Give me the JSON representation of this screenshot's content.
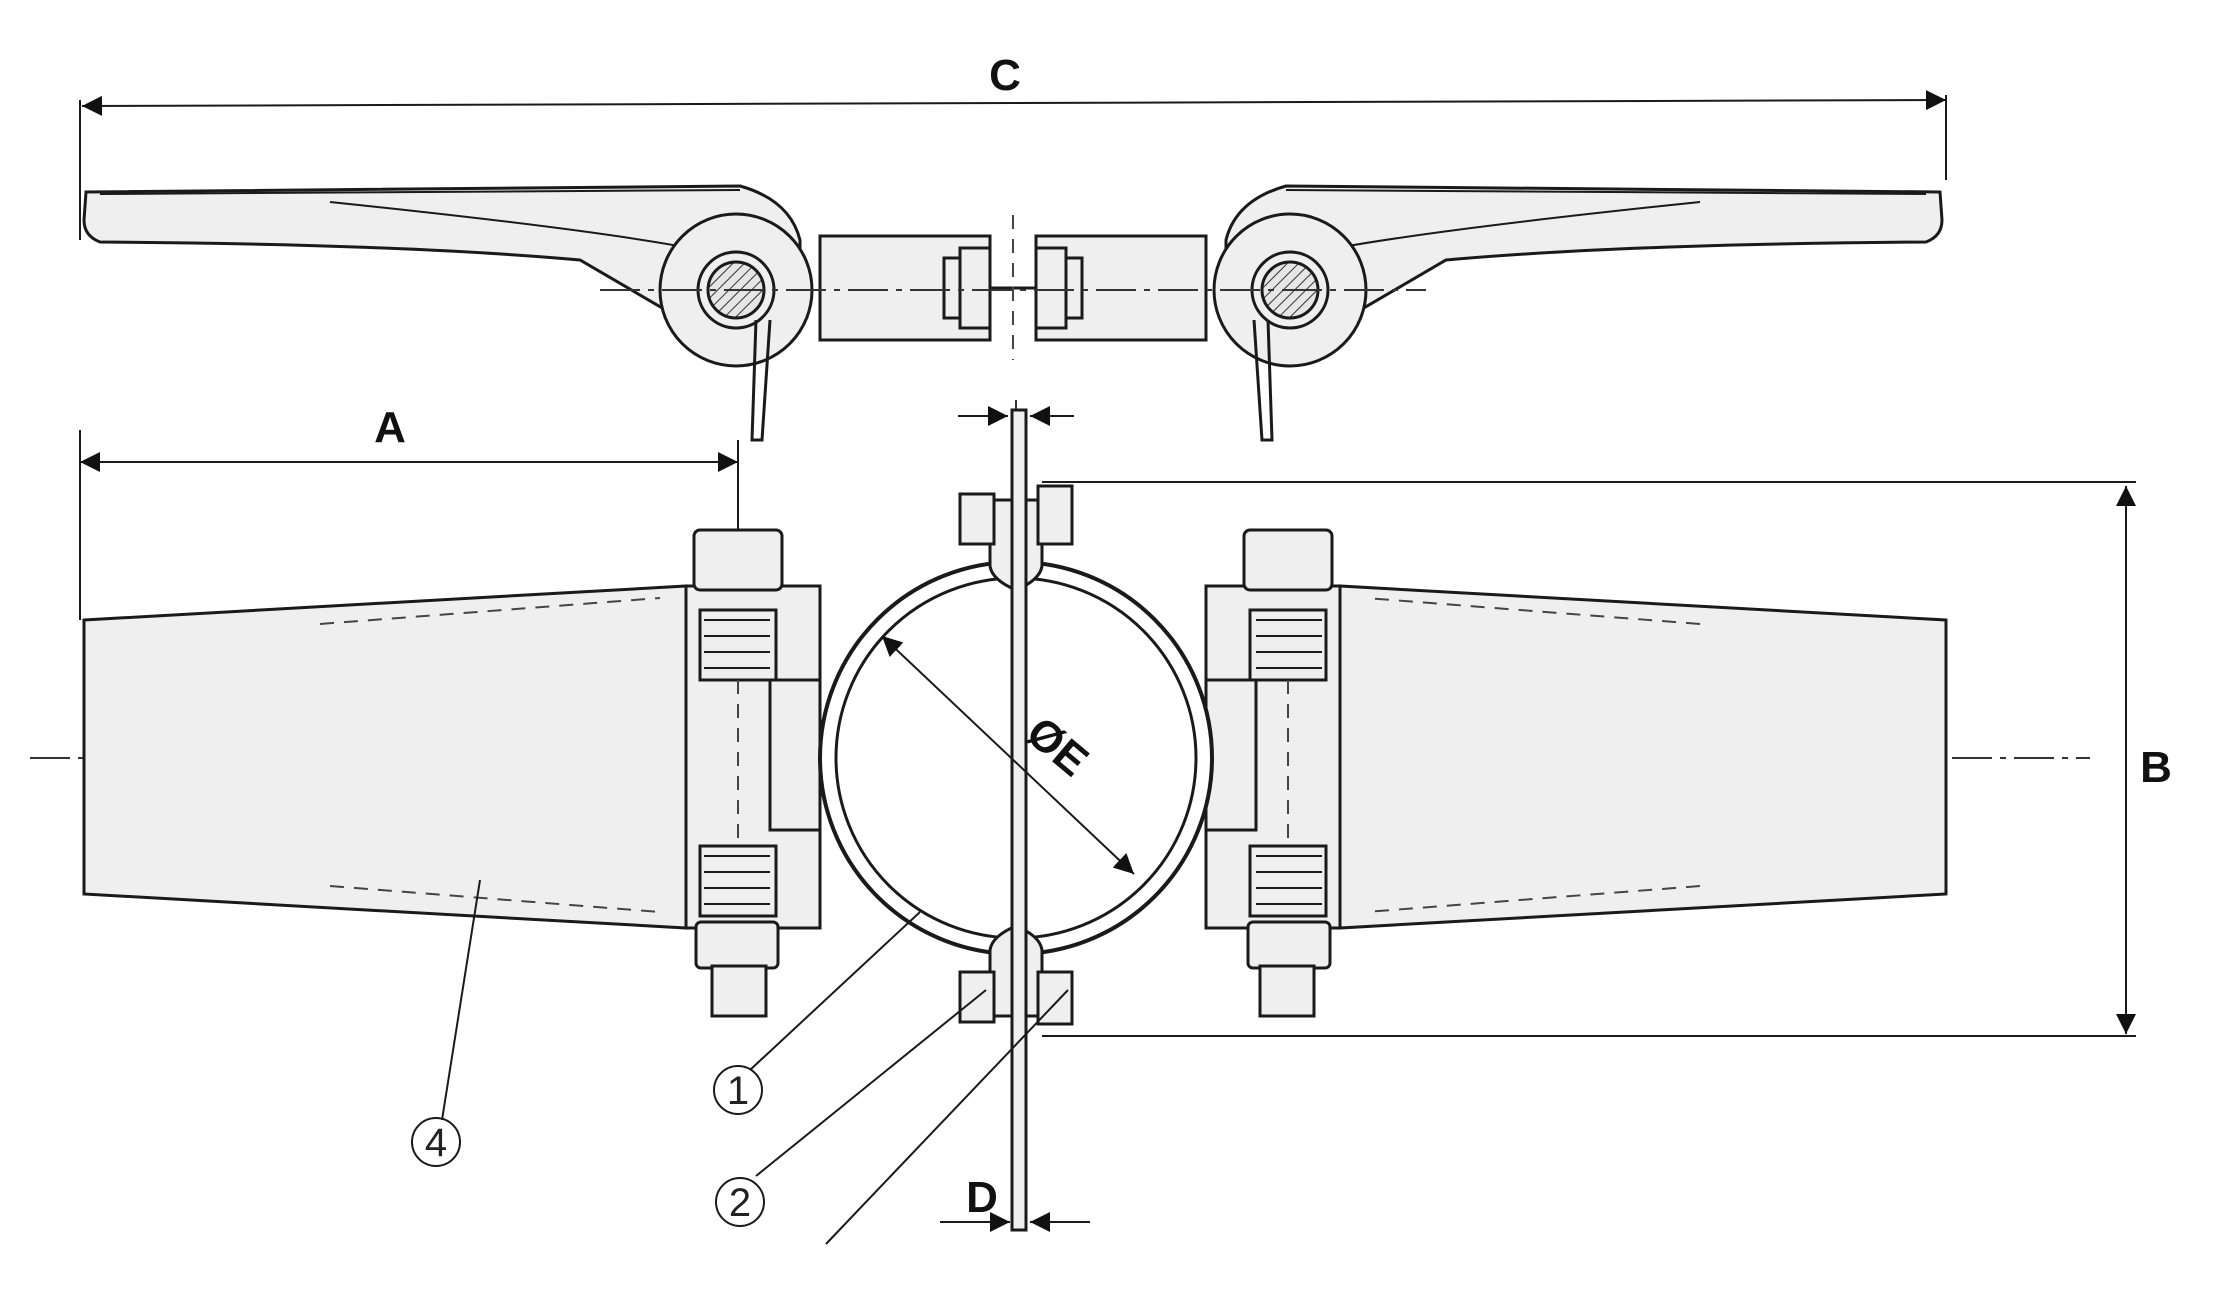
{
  "dimensions": {
    "a": "A",
    "b": "B",
    "c": "C",
    "d": "D",
    "e": "ØE"
  },
  "callouts": {
    "item_1": "1",
    "item_2": "2",
    "item_4": "4"
  }
}
